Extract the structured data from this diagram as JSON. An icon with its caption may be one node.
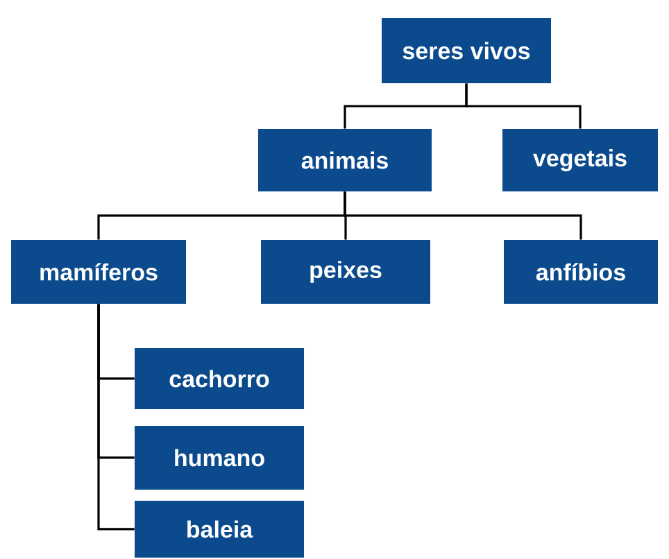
{
  "diagram": {
    "nodes": [
      {
        "text": [
          "seres vivos"
        ]
      },
      {
        "text": [
          "animais"
        ]
      },
      {
        "text": [
          "vegetais"
        ]
      },
      {
        "text": [
          "mamíferos"
        ]
      },
      {
        "text": [
          "peixes"
        ]
      },
      {
        "text": [
          "anfíbios"
        ]
      },
      {
        "text": [
          "cachorro"
        ]
      },
      {
        "text": [
          "humano"
        ]
      },
      {
        "text": [
          "baleia"
        ]
      }
    ],
    "edges": [
      {
        "from": 0,
        "to": 1,
        "arrow": "none"
      },
      {
        "from": 0,
        "to": 2,
        "arrow": "none"
      },
      {
        "from": 1,
        "to": 3,
        "arrow": "none"
      },
      {
        "from": 1,
        "to": 4,
        "arrow": "none"
      },
      {
        "from": 1,
        "to": 5,
        "arrow": "none"
      },
      {
        "from": 3,
        "to": 6,
        "arrow": "none"
      },
      {
        "from": 3,
        "to": 7,
        "arrow": "none"
      },
      {
        "from": 3,
        "to": 8,
        "arrow": "none"
      }
    ]
  }
}
